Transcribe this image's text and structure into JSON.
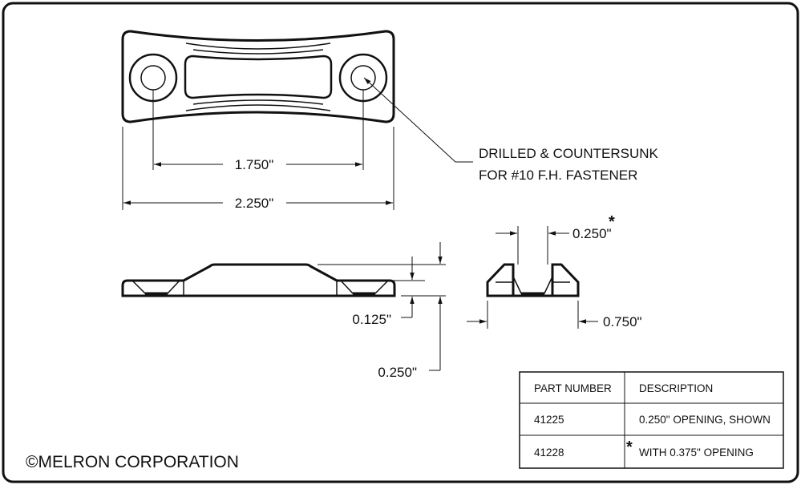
{
  "top_view": {
    "hole_spacing": "1.750\"",
    "overall_length": "2.250\"",
    "hole_note_line1": "DRILLED & COUNTERSUNK",
    "hole_note_line2": "FOR #10 F.H. FASTENER"
  },
  "side_view": {
    "base_thickness": "0.125\"",
    "total_height": "0.250\""
  },
  "end_view": {
    "opening_width": "0.250\"",
    "opening_marker": "*",
    "overall_width": "0.750\""
  },
  "parts_table": {
    "headers": [
      "PART NUMBER",
      "DESCRIPTION"
    ],
    "rows": [
      {
        "part_number": "41225",
        "marker": "",
        "description": "0.250\" OPENING, SHOWN"
      },
      {
        "part_number": "41228",
        "marker": "*",
        "description": "WITH 0.375\" OPENING"
      }
    ]
  },
  "copyright": "©MELRON CORPORATION",
  "colors": {
    "line": "#111111",
    "background": "#ffffff"
  }
}
